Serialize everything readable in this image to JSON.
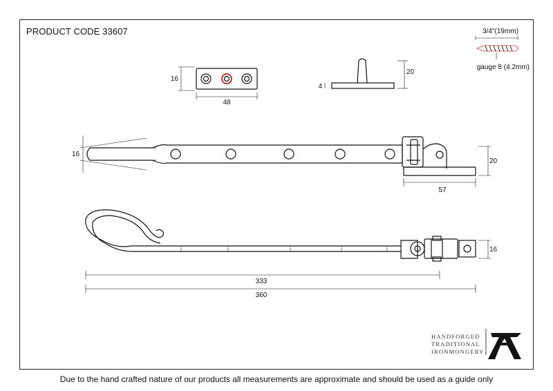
{
  "product_code": "PRODUCT CODE 33607",
  "screw": {
    "length": "3/4\"(19mm)",
    "gauge": "gauge 8 (4.2mm)"
  },
  "plate_dims": {
    "height": "16",
    "width": "48"
  },
  "pin_dims": {
    "height": "20",
    "base": "4"
  },
  "stay_top_dims": {
    "left": "16",
    "right": "20",
    "bracket": "57"
  },
  "stay_bottom_dims": {
    "right": "16",
    "inner_length": "333",
    "overall_length": "360"
  },
  "brand": {
    "line1": "HANDFORGED",
    "line2": "TRADITIONAL",
    "line3": "IRONMONGERY",
    "logo_letter": "A"
  },
  "footer": "Due to the hand crafted nature of our products all measurements are approximate and should be used as a guide only",
  "colors": {
    "line": "#111111",
    "highlight": "#c0392b",
    "dim": "#555555"
  }
}
